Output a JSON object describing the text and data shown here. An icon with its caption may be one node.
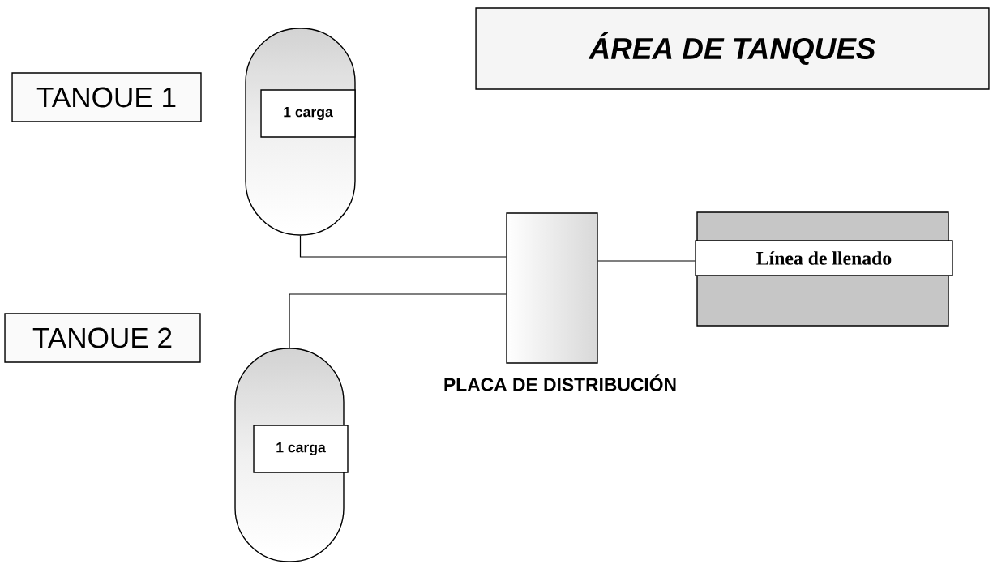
{
  "diagram": {
    "nodes": [
      {
        "text": [
          "ÁREA DE TANQUES"
        ]
      },
      {
        "text": [
          "TANOUE 1"
        ]
      },
      {
        "text": [],
        "shape": "cylinder"
      },
      {
        "text": [
          "1 carga"
        ],
        "in": 2
      },
      {
        "text": [],
        "shape": "box",
        "beside": [
          "PLACA DE DISTRIBUCIÓN"
        ]
      },
      {
        "text": [
          "Línea de llenado"
        ]
      },
      {
        "text": [
          "TANOUE 2"
        ]
      },
      {
        "text": [],
        "shape": "cylinder"
      },
      {
        "text": [
          "1 carga"
        ],
        "in": 7
      }
    ],
    "edges": [
      {
        "from": 2,
        "to": 4,
        "arrow": "none"
      },
      {
        "from": 7,
        "to": 4,
        "arrow": "none"
      },
      {
        "from": 4,
        "to": 5,
        "arrow": "none"
      }
    ]
  }
}
